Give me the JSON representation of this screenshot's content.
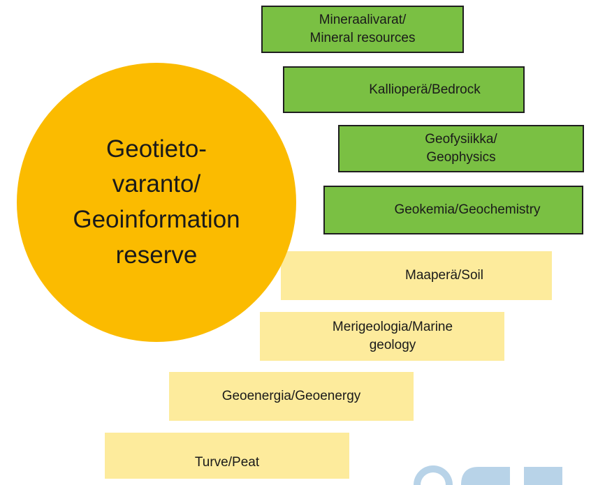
{
  "colors": {
    "green": "#7ac043",
    "yellow": "#fdeb9c",
    "circle": "#fbbb00"
  },
  "center": {
    "label": "Geotieto-\nvaranto/\nGeoinformation\nreserve"
  },
  "categories": [
    {
      "label": "Mineraalivarat/\nMineral resources",
      "style": "green"
    },
    {
      "label": "Kallioperä/Bedrock",
      "style": "green"
    },
    {
      "label": "Geofysiikka/\nGeophysics",
      "style": "green"
    },
    {
      "label": "Geokemia/Geochemistry",
      "style": "green"
    },
    {
      "label": "Maaperä/Soil",
      "style": "yellow"
    },
    {
      "label": "Merigeologia/Marine\ngeology",
      "style": "yellow"
    },
    {
      "label": "Geoenergia/Geoenergy",
      "style": "yellow"
    },
    {
      "label": "Turve/Peat",
      "style": "yellow"
    }
  ],
  "logo": {
    "icon": "gtk-logo-icon"
  }
}
